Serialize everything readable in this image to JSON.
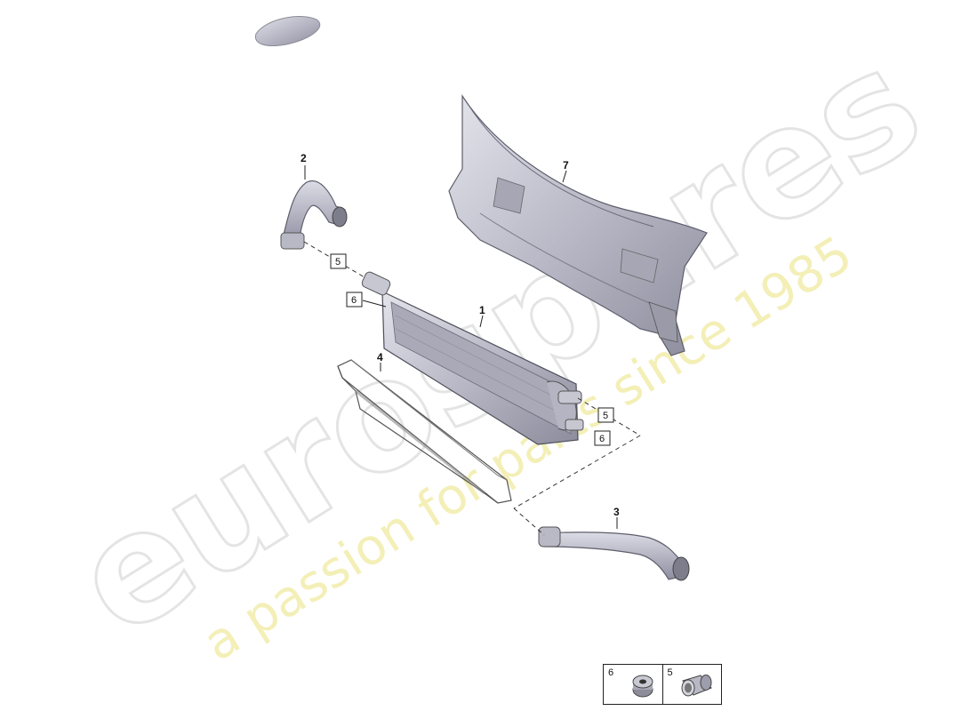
{
  "watermark": {
    "brand": "eurospares",
    "tagline": "a passion for parts since 1985"
  },
  "callouts": {
    "p1": "1",
    "p2": "2",
    "p3": "3",
    "p4": "4",
    "p7": "7"
  },
  "boxed_callouts": {
    "b5_upper": "5",
    "b6_upper": "6",
    "b5_lower": "5",
    "b6_lower": "6"
  },
  "legend": {
    "items": [
      {
        "number": "6",
        "icon": "bushing-icon"
      },
      {
        "number": "5",
        "icon": "sleeve-icon"
      }
    ]
  },
  "colors": {
    "part_fill": "#c9c9d3",
    "part_stroke": "#6c6c78",
    "watermark_gray": "#d9d9d9",
    "watermark_yellow": "#efeaa0"
  }
}
